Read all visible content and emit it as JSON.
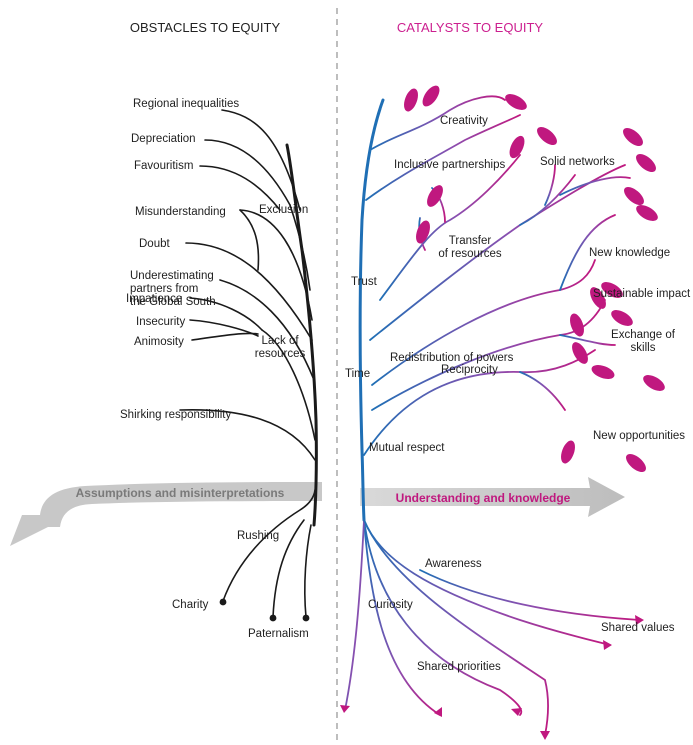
{
  "colors": {
    "obstacle": "#1a1a1a",
    "catalyst_title": "#cc1f8f",
    "leaf": "#c0187f",
    "trunk_blue": "#1f6fb5",
    "purple": "#8a4fb0",
    "gray_arrow": "#c8c8c8",
    "divider": "#9a9a9a"
  },
  "headers": {
    "left": "OBSTACLES TO EQUITY",
    "right": "CATALYSTS TO EQUITY"
  },
  "arrows": {
    "left": "Assumptions and misinterpretations",
    "right": "Understanding and knowledge"
  },
  "obstacles": {
    "regional": "Regional inequalities",
    "depreciation": "Depreciation",
    "favouritism": "Favouritism",
    "exclusion": "Exclusion",
    "misunderstanding": "Misunderstanding",
    "doubt": "Doubt",
    "underestimating": [
      "Underestimating",
      "partners from",
      "the Global South"
    ],
    "impatience": "Impatience",
    "insecurity": "Insecurity",
    "animosity": "Animosity",
    "lack_of_resources": [
      "Lack of",
      "resources"
    ],
    "shirking": "Shirking responsibility",
    "rushing": "Rushing",
    "charity": "Charity",
    "paternalism": "Paternalism"
  },
  "catalysts": {
    "creativity": "Creativity",
    "inclusive": "Inclusive partnerships",
    "solid_networks": "Solid networks",
    "transfer": [
      "Transfer",
      "of resources"
    ],
    "new_knowledge": "New knowledge",
    "trust": "Trust",
    "sustainable": "Sustainable impact",
    "exchange": [
      "Exchange of",
      "skills"
    ],
    "redistribution": "Redistribution of powers",
    "time": "Time",
    "reciprocity": "Reciprocity",
    "new_opportunities": "New opportunities",
    "mutual_respect": "Mutual respect",
    "awareness": "Awareness",
    "curiosity": "Curiosity",
    "shared_values": "Shared values",
    "shared_priorities": "Shared priorities"
  }
}
